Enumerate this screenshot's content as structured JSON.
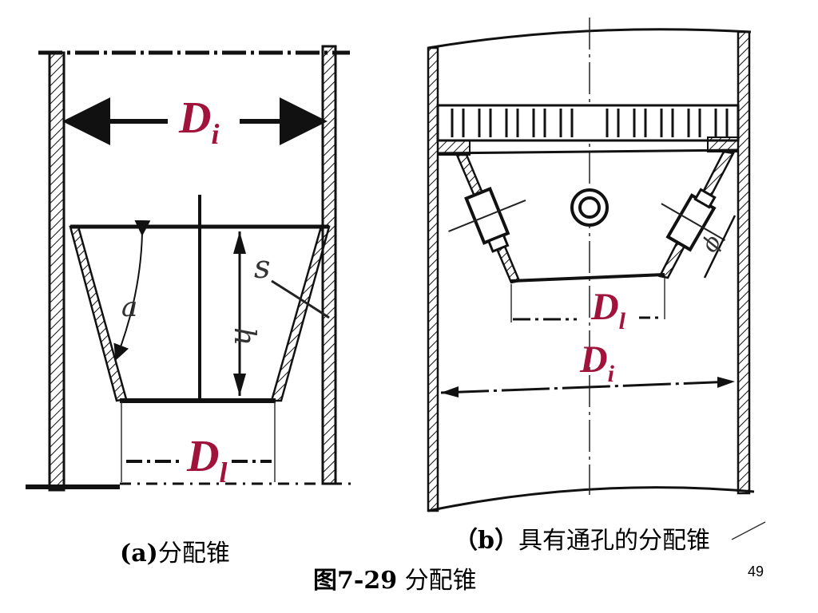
{
  "fig_a": {
    "caption_prefix": "(a)",
    "caption_text": "分配锥",
    "label_di_main": "D",
    "label_di_sub": "i",
    "label_dl_main": "D",
    "label_dl_sub": "l",
    "label_alpha": "a",
    "label_h": "h",
    "label_s": "s"
  },
  "fig_b": {
    "caption_prefix": "（b）",
    "caption_text": "具有通孔的分配锥",
    "label_dl_main": "D",
    "label_dl_sub": "l",
    "label_di_main": "D",
    "label_di_sub": "i",
    "label_phi": "ϕ"
  },
  "figure_caption": {
    "number": "图7-29",
    "title": "分配锥"
  },
  "page_number": "49",
  "colors": {
    "label": "#a0143c",
    "ink": "#111111"
  }
}
